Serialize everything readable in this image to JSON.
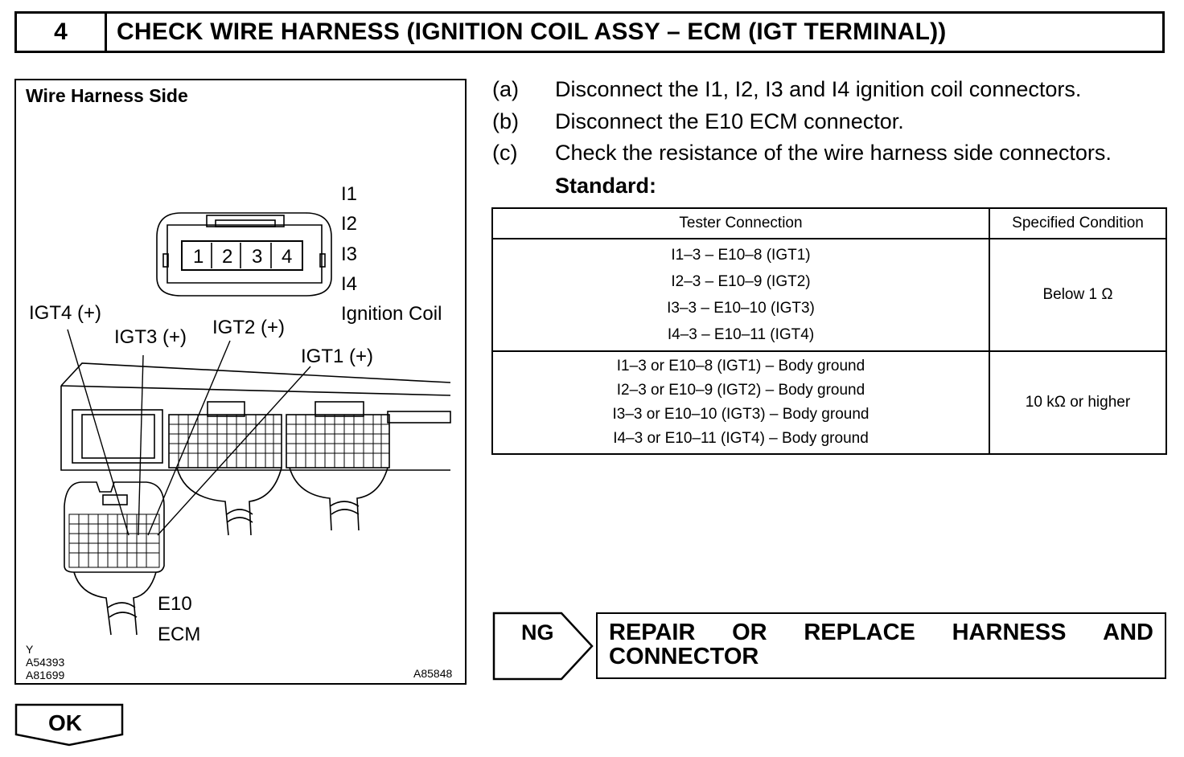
{
  "header": {
    "step_number": "4",
    "title": "CHECK WIRE HARNESS (IGNITION COIL ASSY – ECM (IGT TERMINAL))"
  },
  "figure": {
    "title": "Wire Harness Side",
    "coil_labels": [
      "I1",
      "I2",
      "I3",
      "I4"
    ],
    "coil_name": "Ignition Coil",
    "pins": [
      "1",
      "2",
      "3",
      "4"
    ],
    "igt_labels": {
      "igt4": "IGT4 (+)",
      "igt3": "IGT3 (+)",
      "igt2": "IGT2 (+)",
      "igt1": "IGT1 (+)"
    },
    "ecm_connector": "E10",
    "ecm_name": "ECM",
    "codes_left": [
      "Y",
      "A54393",
      "A81699"
    ],
    "code_right": "A85848"
  },
  "steps": [
    {
      "letter": "(a)",
      "text": "Disconnect the I1, I2, I3 and I4 ignition coil connectors."
    },
    {
      "letter": "(b)",
      "text": "Disconnect the E10 ECM connector."
    },
    {
      "letter": "(c)",
      "text": "Check the resistance of the wire harness side connectors."
    }
  ],
  "standard_label": "Standard:",
  "table": {
    "headers": [
      "Tester Connection",
      "Specified Condition"
    ],
    "rows": [
      {
        "connections": [
          "I1–3 – E10–8 (IGT1)",
          "I2–3 – E10–9 (IGT2)",
          "I3–3 – E10–10 (IGT3)",
          "I4–3 – E10–11 (IGT4)"
        ],
        "condition": "Below 1 Ω"
      },
      {
        "connections": [
          "I1–3 or E10–8 (IGT1) – Body ground",
          "I2–3 or E10–9 (IGT2) – Body ground",
          "I3–3 or E10–10 (IGT3) – Body ground",
          "I4–3 or E10–11 (IGT4) – Body ground"
        ],
        "condition": "10 kΩ or higher"
      }
    ]
  },
  "ng": {
    "label": "NG",
    "line1": [
      "REPAIR",
      "OR",
      "REPLACE",
      "HARNESS",
      "AND"
    ],
    "line2": "CONNECTOR"
  },
  "ok": {
    "label": "OK"
  }
}
